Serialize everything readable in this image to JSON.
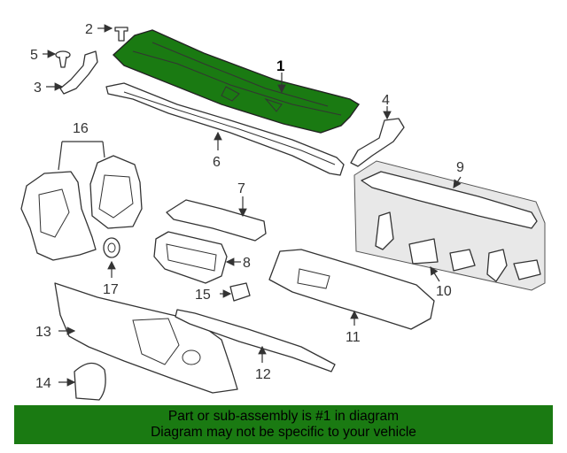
{
  "diagram": {
    "callouts": [
      "1",
      "2",
      "3",
      "4",
      "5",
      "6",
      "7",
      "8",
      "9",
      "10",
      "11",
      "12",
      "13",
      "14",
      "15",
      "16",
      "17"
    ],
    "highlight_color": "#1a7a12"
  },
  "banner": {
    "line1": "Part or sub-assembly is #1 in diagram",
    "line2": "Diagram may not be specific to your vehicle",
    "background": "#1a7a12"
  }
}
